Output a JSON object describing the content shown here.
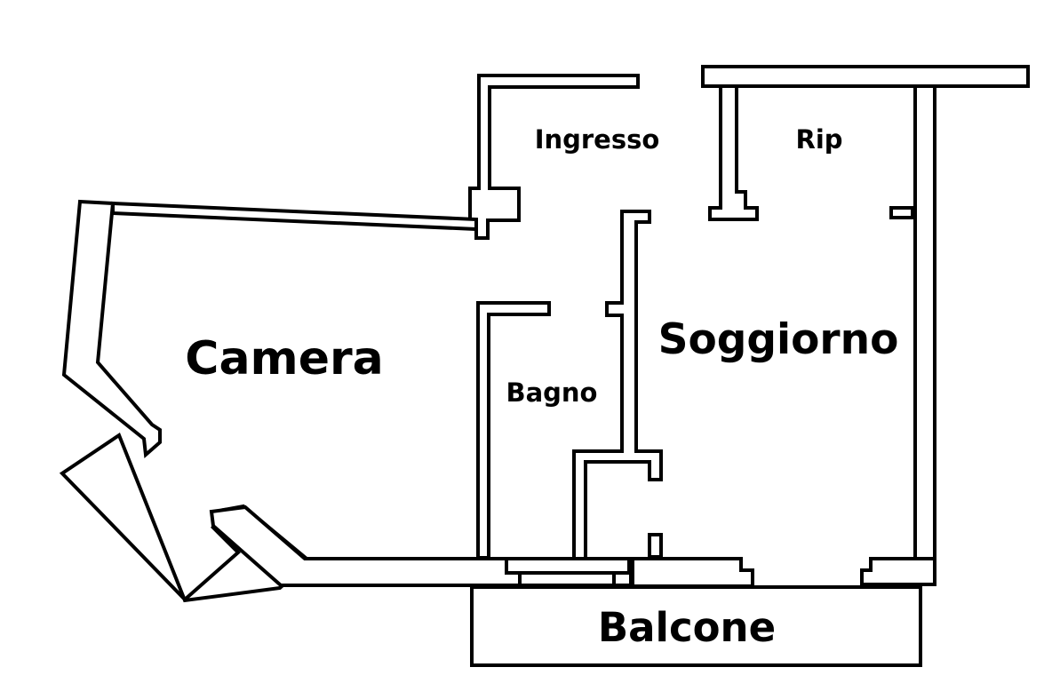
{
  "rooms": {
    "ingresso": "Ingresso",
    "rip": "Rip",
    "camera": "Camera",
    "bagno": "Bagno",
    "soggiorno": "Soggiorno",
    "balcone": "Balcone"
  },
  "colors": {
    "wall_stroke": "#000000",
    "background": "#ffffff"
  }
}
